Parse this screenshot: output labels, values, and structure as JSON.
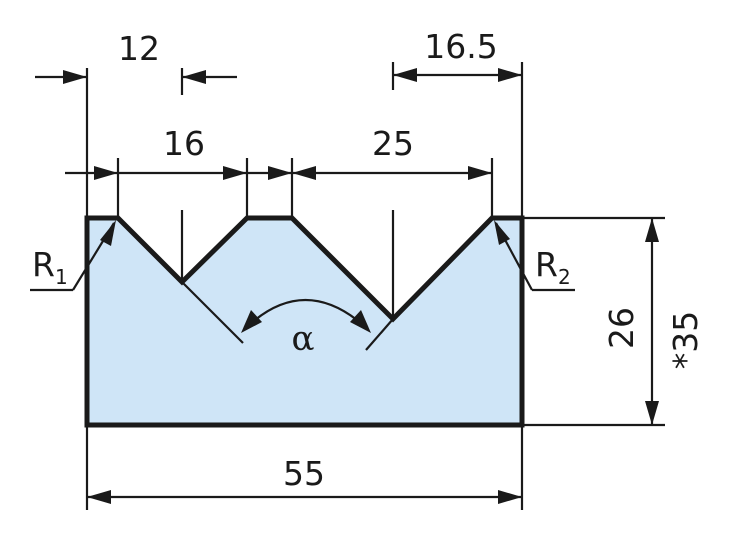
{
  "colors": {
    "fill": "#cfe5f7",
    "line": "#1a1a1a",
    "background": "#ffffff"
  },
  "dimensions": {
    "top_offset": "12",
    "right_offset": "16.5",
    "left_v_width": "16",
    "right_v_width": "25",
    "height": "26",
    "height_alt": "*35",
    "total_width": "55",
    "angle": "α",
    "radius_left": {
      "symbol": "R",
      "subscript": "1"
    },
    "radius_right": {
      "symbol": "R",
      "subscript": "2"
    }
  }
}
